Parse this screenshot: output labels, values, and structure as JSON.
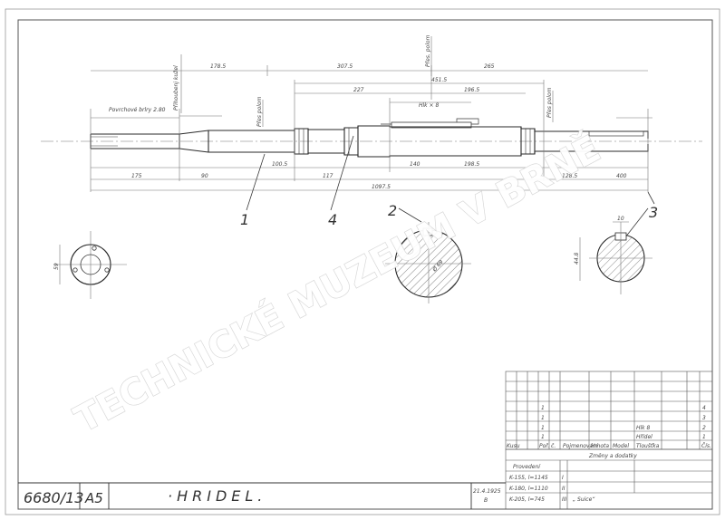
{
  "title_block": {
    "drawing_number": "6680/13",
    "format": "A5",
    "title": "·HRIDEL.",
    "date": "21.4.1925",
    "sheet_letter": "B"
  },
  "watermark": "TECHNICKÉ MUZEUM V BRNĚ",
  "leaders": [
    "1",
    "4",
    "2",
    "3"
  ],
  "annotations": {
    "grinding_note": "Povrchové brlry 2.80",
    "keyway_top": "Přes polom",
    "keyway_right": "Přes polom",
    "bearing": "Přes. polom",
    "key": "Hlk × 8",
    "cone": "Přihoubenj kužel"
  },
  "dimensions": {
    "top_row": [
      "178.5",
      "307.5",
      "265"
    ],
    "second_row": [
      "451.5",
      "227",
      "196.5"
    ],
    "bottom_row": [
      "175",
      "90",
      "117",
      "100.5",
      "140",
      "198.5",
      "128.5",
      "400"
    ],
    "overall": "1097.5",
    "detail_left": "59",
    "detail_sec2": "Ø 69",
    "detail_sec3_w": "10",
    "detail_sec3_h": "44.8"
  },
  "revisions": {
    "header": "Změny a dodatky",
    "col_labels": [
      "Kusu",
      "Poř. č.",
      "Pojmenování",
      "Hmota",
      "Model",
      "Tloušťka",
      "Čís."
    ],
    "rows": [
      {
        "qty": "1",
        "name": "Hřídel",
        "num": "1"
      },
      {
        "qty": "1",
        "name": "Hlk 8",
        "num": "2"
      },
      {
        "qty": "1",
        "name": "",
        "num": "3"
      },
      {
        "qty": "1",
        "name": "",
        "num": "4"
      }
    ],
    "provedeni_label": "Provedení",
    "provedeni_rows": [
      "K-155, l=1145",
      "K-180, l=1110",
      "K-205, l=745"
    ],
    "roman": [
      "I",
      "II",
      "III"
    ],
    "note": "„ Suice“"
  }
}
